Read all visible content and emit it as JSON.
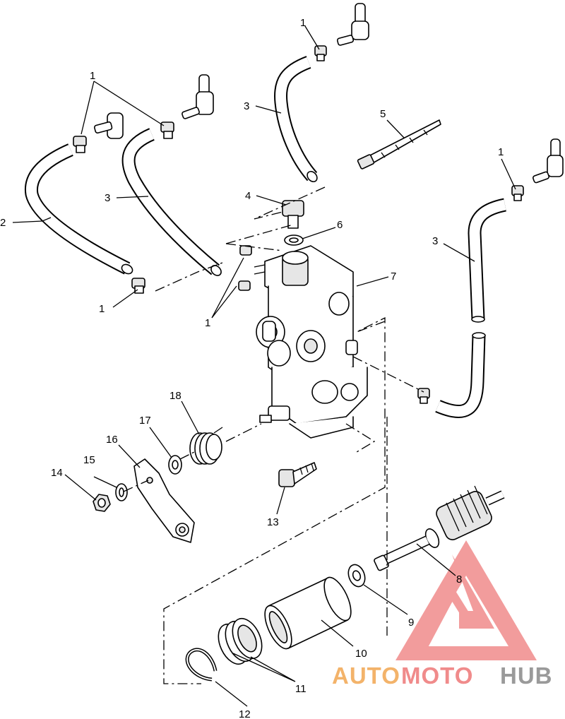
{
  "callouts": {
    "c1a": "1",
    "c1b": "1",
    "c1c": "1",
    "c1d": "1",
    "c1e": "1",
    "c2": "2",
    "c3a": "3",
    "c3b": "3",
    "c3c": "3",
    "c4": "4",
    "c5": "5",
    "c6": "6",
    "c7": "7",
    "c8": "8",
    "c9": "9",
    "c10": "10",
    "c11": "11",
    "c12": "12",
    "c13": "13",
    "c14": "14",
    "c15": "15",
    "c16": "16",
    "c17": "17",
    "c18": "18"
  },
  "watermark": {
    "part1": "AUTO",
    "part2": "MOTO",
    "part3": "HUB",
    "color_orange": "#f3b36a",
    "color_red": "#f08b8b",
    "color_gray": "#9a9a9a"
  }
}
